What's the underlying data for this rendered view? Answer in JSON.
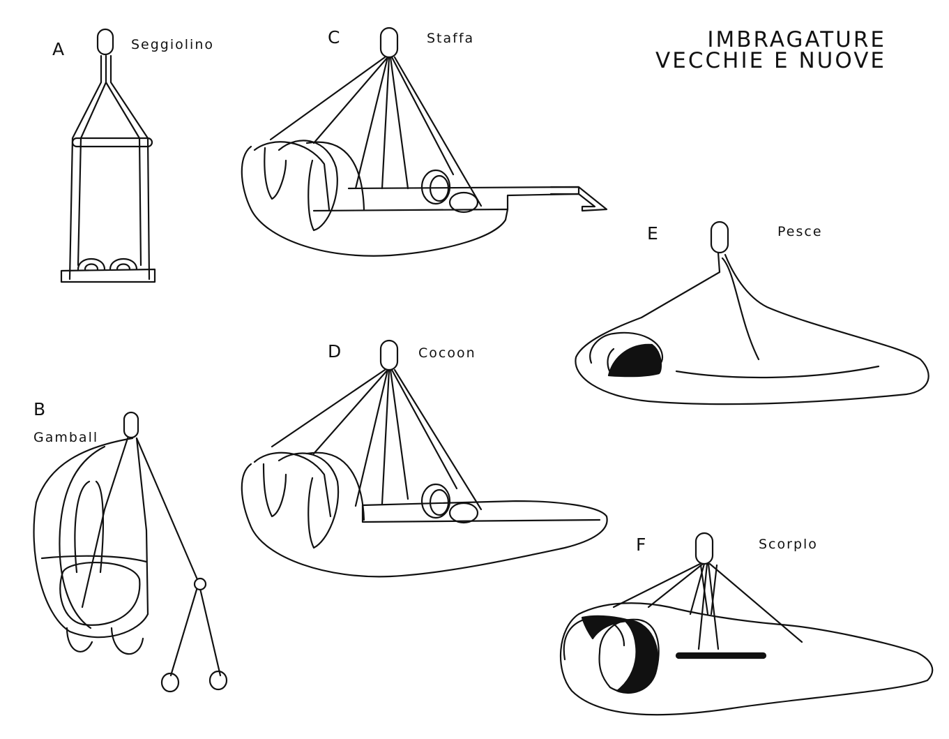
{
  "title": {
    "line1": "IMBRAGATURE",
    "line2": "VECCHIE E NUOVE"
  },
  "harnesses": [
    {
      "letter": "A",
      "name": "Seggiolino"
    },
    {
      "letter": "B",
      "name": "Gamball"
    },
    {
      "letter": "C",
      "name": "Staffa"
    },
    {
      "letter": "D",
      "name": "Cocoon"
    },
    {
      "letter": "E",
      "name": "Pesce"
    },
    {
      "letter": "F",
      "name": "Scorplo"
    }
  ]
}
